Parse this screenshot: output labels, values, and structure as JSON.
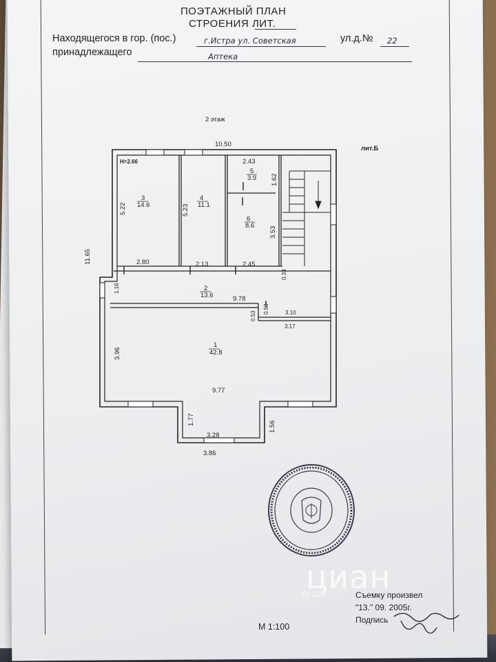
{
  "document": {
    "title_line1": "ПОЭТАЖНЫЙ ПЛАН",
    "title_line2": "СТРОЕНИЯ ЛИТ.",
    "location_label": "Находящегося в гор. (пос.)",
    "location_value": "г.Истра ул. Советская",
    "house_label": "ул.д.№",
    "house_value": "22",
    "owner_label": "принадлежащего",
    "owner_value": "Аптека",
    "floor_label": "2 этаж",
    "lit_label": "лит.Б",
    "height_label": "Н=2.66",
    "survey_label": "Съемку произвел",
    "survey_date": "\"13.\" 09. 2005г.",
    "signature_label": "Подпись",
    "scale": "М 1:100"
  },
  "rooms": [
    {
      "number": "1",
      "area": "42.8"
    },
    {
      "number": "2",
      "area": "13.6"
    },
    {
      "number": "3",
      "area": "14.6"
    },
    {
      "number": "4",
      "area": "11.1"
    },
    {
      "number": "5",
      "area": "3.9"
    },
    {
      "number": "6",
      "area": "8.6"
    }
  ],
  "dimensions": {
    "top_width": "10.50",
    "left_height": "11.65",
    "room3_height": "5.22",
    "room4_height": "5.23",
    "room5_width": "2.43",
    "room5_height": "1.62",
    "room6_height": "3.53",
    "room3_width": "2.80",
    "room4_width": "2.13",
    "room6_width": "2.45",
    "corridor_height": "1.16",
    "stair_gap": "0.33",
    "corridor_length": "9.78",
    "step_a": "0.53",
    "step_b": "0.53",
    "small_width": "3.10",
    "small_width_b": "3.17",
    "room1_height": "3.96",
    "room1_width": "9.77",
    "bay_height_left": "1.77",
    "bay_height_right": "1.56",
    "bay_inner_width": "3.28",
    "bay_outer_width": "3.86"
  },
  "watermark": {
    "text": "циан",
    "id": "ID: 328"
  },
  "colors": {
    "paper": "#eef0f2",
    "ink": "#222222",
    "stamp": "#3a3a4a"
  }
}
